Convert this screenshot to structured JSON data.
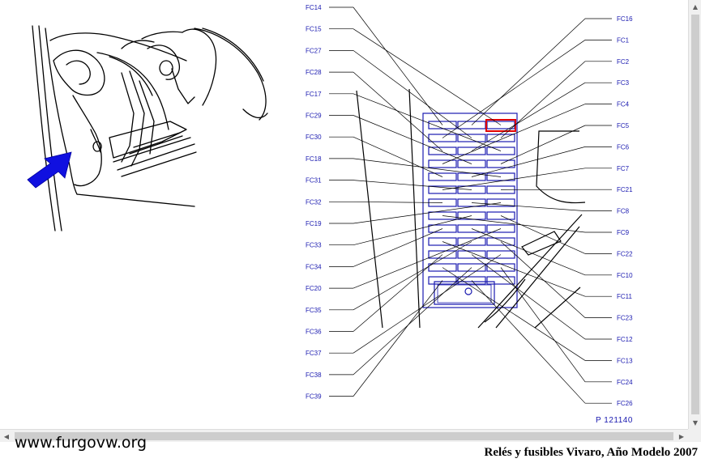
{
  "fuse_box": {
    "labels_left": [
      "FC14",
      "FC15",
      "FC27",
      "FC28",
      "FC17",
      "FC29",
      "FC30",
      "FC18",
      "FC31",
      "FC32",
      "FC19",
      "FC33",
      "FC34",
      "FC20",
      "FC35",
      "FC36",
      "FC37",
      "FC38",
      "FC39"
    ],
    "labels_right": [
      "FC16",
      "FC1",
      "FC2",
      "FC3",
      "FC4",
      "FC5",
      "FC6",
      "FC7",
      "FC21",
      "FC8",
      "FC9",
      "FC22",
      "FC10",
      "FC11",
      "FC23",
      "FC12",
      "FC13",
      "FC24",
      "FC26"
    ],
    "highlighted_fuse": "FC16",
    "rows": 13,
    "columns": 3,
    "highlight_color": "#e00000",
    "diagram_color": "#1a1ab0",
    "arrow_color": "#1010e0"
  },
  "reference": "P 121140",
  "site_credit": "www.furgovw.org",
  "caption": "Relés y fusibles Vivaro, Año Modelo 2007"
}
